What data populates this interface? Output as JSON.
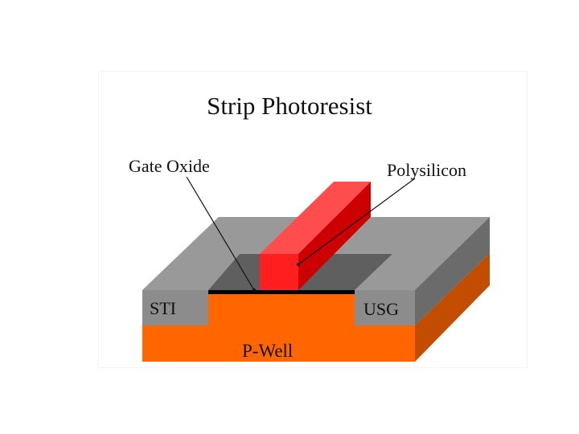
{
  "title": "Strip Photoresist",
  "labels": {
    "gate_oxide": "Gate Oxide",
    "polysilicon": "Polysilicon",
    "sti": "STI",
    "usg": "USG",
    "p_well": "P-Well"
  },
  "colors": {
    "polysilicon_front": "#ff1f1f",
    "polysilicon_side": "#cc0000",
    "polysilicon_top": "#ff4d4d",
    "oxide_gray_top": "#999999",
    "oxide_gray_front": "#8c8c8c",
    "oxide_gray_side": "#6b6b6b",
    "active_area": "#5f5f5f",
    "gate_oxide": "#000000",
    "p_well_front": "#ff6600",
    "p_well_side": "#c24c00"
  }
}
